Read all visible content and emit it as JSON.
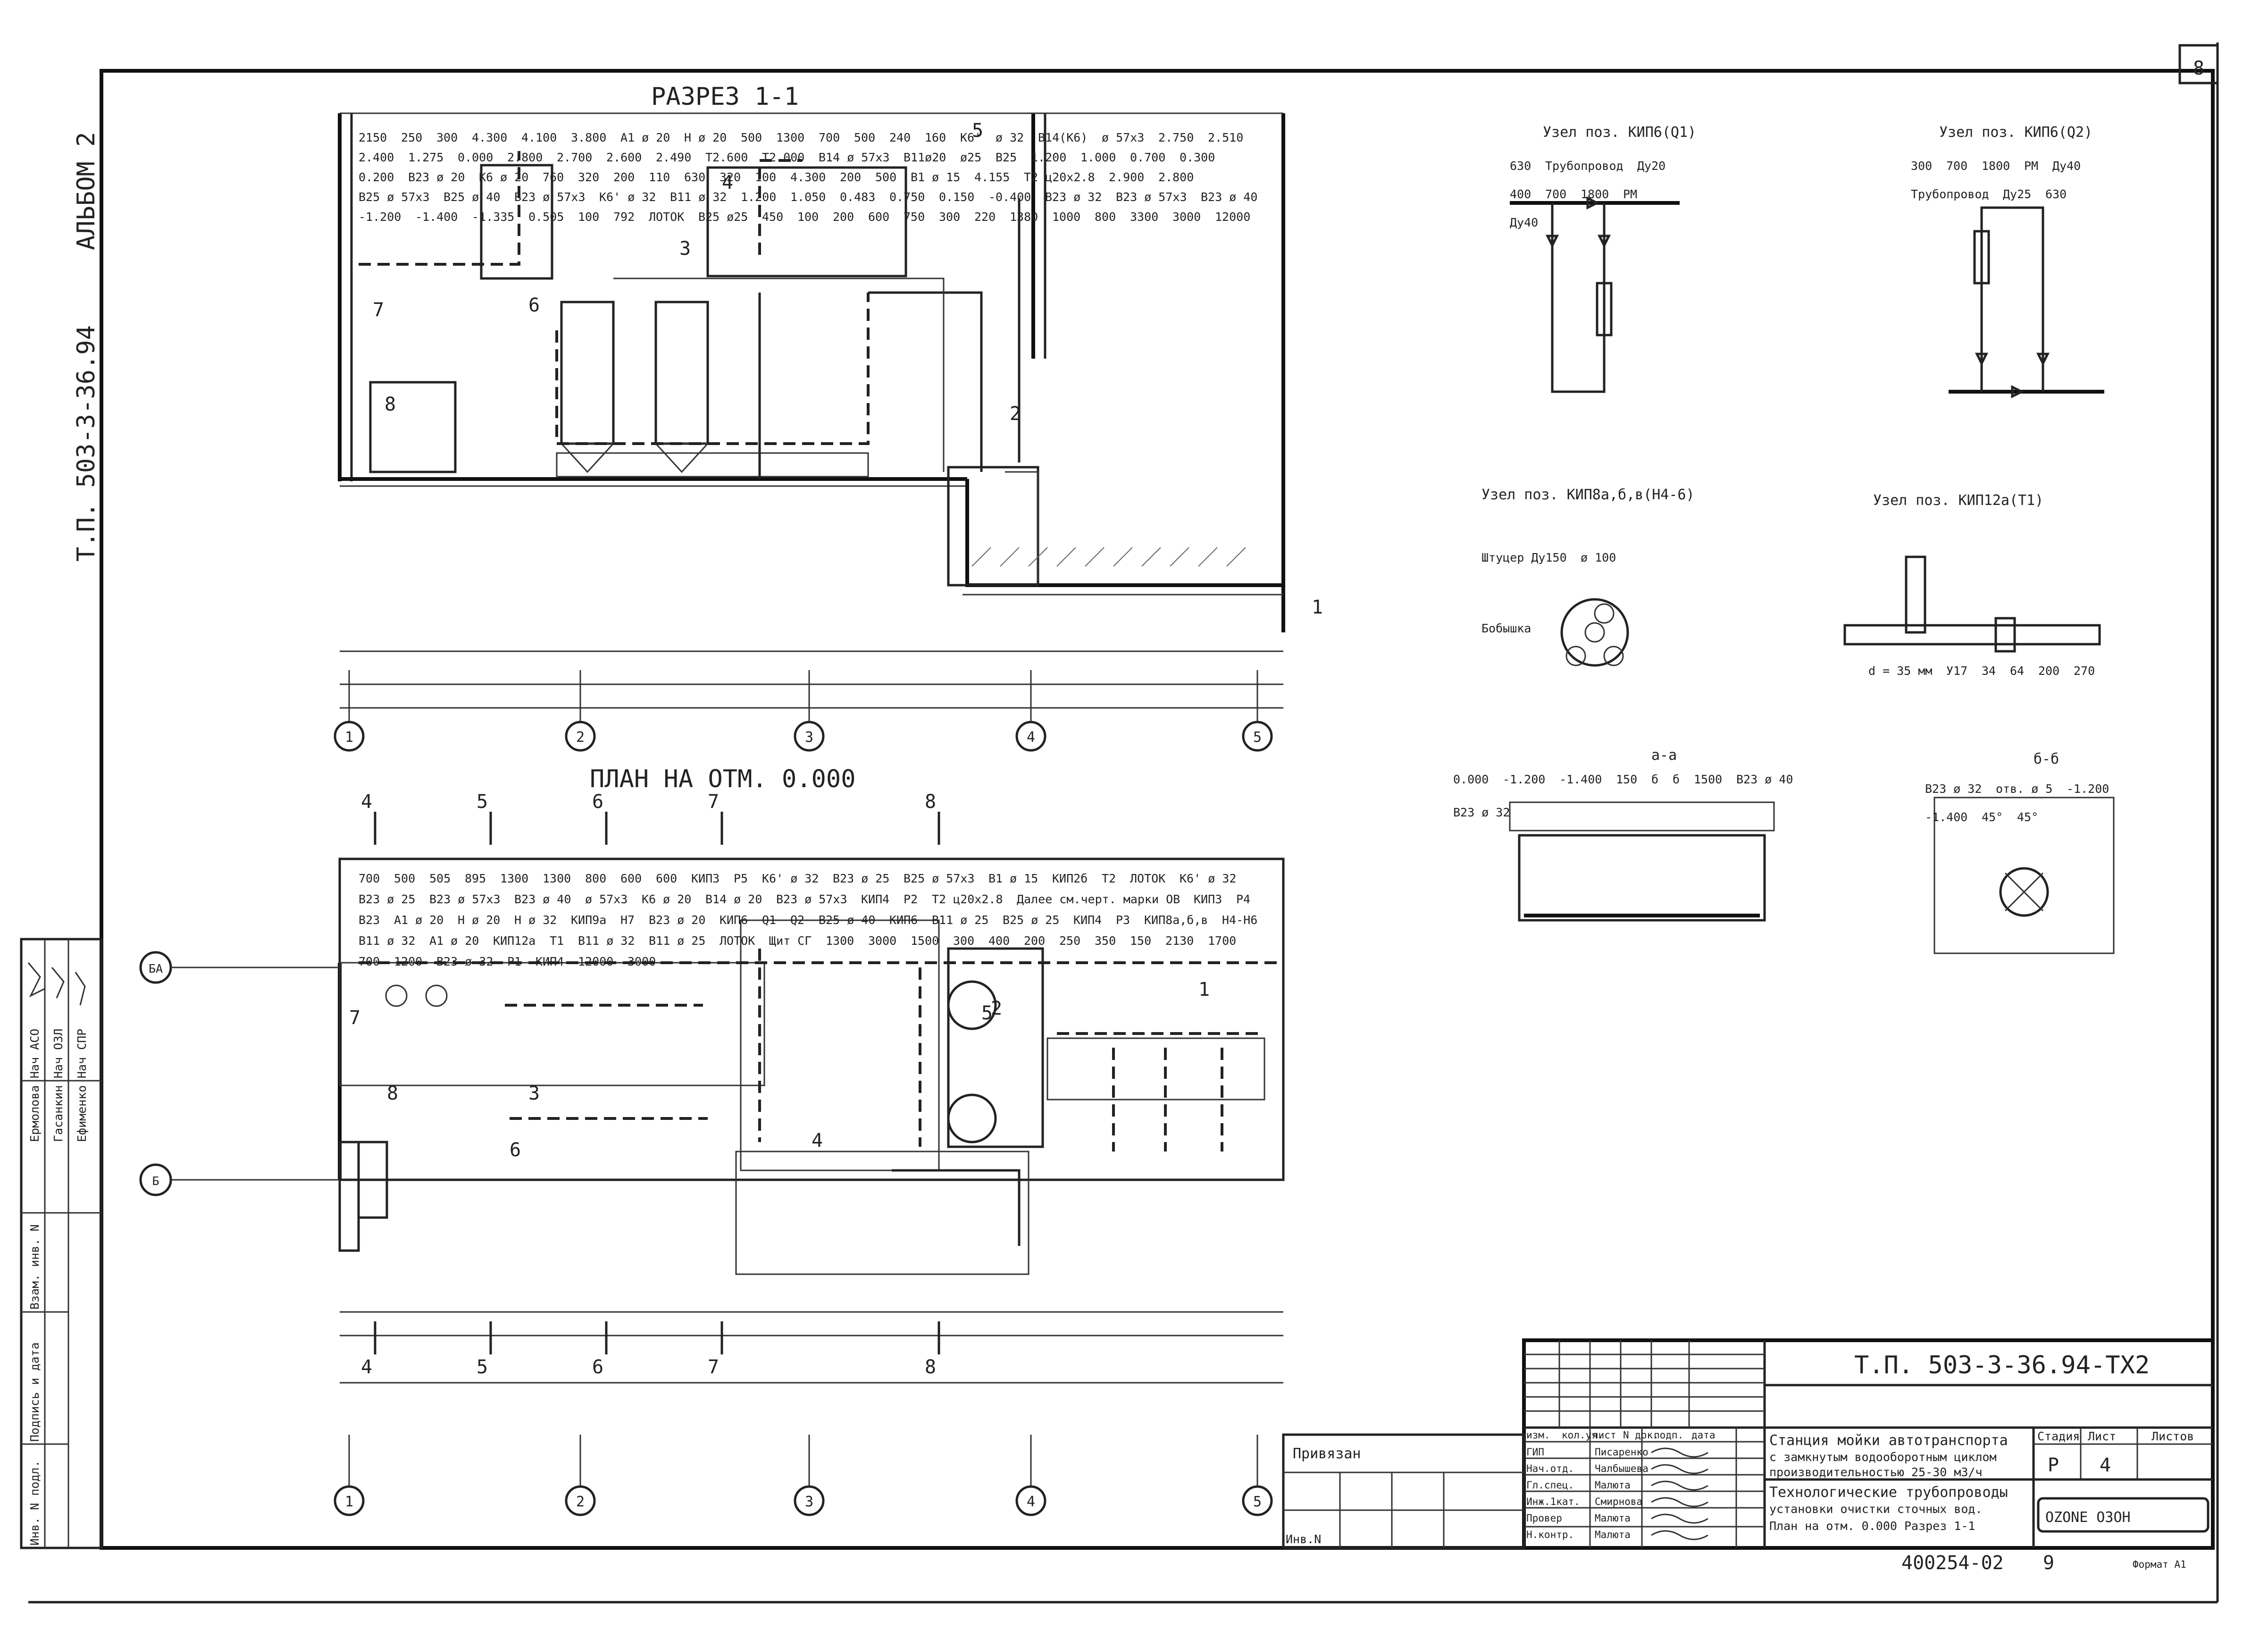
{
  "sheet": {
    "number": "8"
  },
  "side": {
    "album": "АЛЬБОМ 2",
    "code": "Т.П. 503-3-36.94",
    "approvals": [
      {
        "role": "Нач АСО",
        "name": "Ермолова"
      },
      {
        "role": "Нач ОЗЛ",
        "name": "Гасанкин"
      },
      {
        "role": "Нач СПР",
        "name": "Ефименко"
      }
    ],
    "inv_labels": [
      "Взам. инв. N",
      "Подпись и дата",
      "Инв. N подл."
    ]
  },
  "section": {
    "title": "РАЗРЕЗ 1-1",
    "labels": [
      "2150",
      "250",
      "300",
      "4.300",
      "4.100",
      "3.800",
      "А1 ø 20",
      "Н ø 20",
      "500",
      "1300",
      "700",
      "500",
      "240",
      "160",
      "К6'",
      "ø 32",
      "В14(К6)",
      "ø 57x3",
      "2.750",
      "2.510",
      "2.400",
      "1.275",
      "0.000",
      "2.800",
      "2.700",
      "2.600",
      "2.490",
      "Т2.600",
      "Т2.000",
      "В14 ø 57x3",
      "В11ø20",
      "ø25",
      "В25",
      "1.200",
      "1.000",
      "0.700",
      "0.300",
      "0.200",
      "В23 ø 20",
      "К6 ø 20",
      "760",
      "320",
      "200",
      "110",
      "630",
      "320",
      "100",
      "4.300",
      "200",
      "500",
      "В1 ø 15",
      "4.155",
      "Т2 ц20x2.8",
      "2.900",
      "2.800",
      "В25 ø 57x3",
      "В25 ø 40",
      "В23 ø 57x3",
      "К6' ø 32",
      "В11 ø 32",
      "1.200",
      "1.050",
      "0.483",
      "0.750",
      "0.150",
      "-0.400",
      "В23 ø 32",
      "В23 ø 57x3",
      "В23 ø 40",
      "-1.200",
      "-1.400",
      "-1.335",
      "0.505",
      "100",
      "792",
      "ЛОТОК",
      "В25 ø25",
      "450",
      "100",
      "200",
      "600",
      "750",
      "300",
      "220",
      "1380",
      "1000",
      "800",
      "3300",
      "3000",
      "12000"
    ],
    "positions": [
      "1",
      "2",
      "3",
      "4",
      "5",
      "6",
      "7",
      "8"
    ],
    "axes": [
      "1",
      "2",
      "3",
      "4",
      "5"
    ]
  },
  "plan": {
    "title": "ПЛАН НА ОТМ. 0.000",
    "cuts": [
      "4",
      "5",
      "6",
      "7",
      "8"
    ],
    "labels": [
      "700",
      "500",
      "505",
      "895",
      "1300",
      "1300",
      "800",
      "600",
      "600",
      "КИП3",
      "Р5",
      "К6' ø 32",
      "В23 ø 25",
      "В25 ø 57x3",
      "В1 ø 15",
      "КИП2б",
      "Т2",
      "ЛОТОК",
      "К6' ø 32",
      "В23 ø 25",
      "В23 ø 57x3",
      "В23 ø 40",
      "ø 57x3",
      "К6 ø 20",
      "В14 ø 20",
      "В23 ø 57x3",
      "КИП4",
      "Р2",
      "Т2 ц20x2.8",
      "Далее см.черт. марки ОВ",
      "КИП3",
      "Р4",
      "В23",
      "А1 ø 20",
      "Н ø 20",
      "Н ø 32",
      "КИП9а",
      "Н7",
      "В23 ø 20",
      "КИП6",
      "Q1",
      "Q2",
      "В25 ø 40",
      "КИП6",
      "В11 ø 25",
      "В25 ø 25",
      "КИП4",
      "Р3",
      "КИП8а,б,в",
      "Н4-Н6",
      "В11 ø 32",
      "А1 ø 20",
      "КИП12а",
      "Т1",
      "В11 ø 32",
      "В11 ø 25",
      "ЛОТОК",
      "Щит СГ",
      "1300",
      "3000",
      "1500",
      "300",
      "400",
      "200",
      "250",
      "350",
      "150",
      "2130",
      "1700",
      "700",
      "1200",
      "В23 ø 32",
      "Р1",
      "КИП4",
      "12000",
      "3000"
    ],
    "axes_rows": [
      "БА",
      "Б"
    ],
    "positions": [
      "1",
      "2",
      "3",
      "4",
      "5",
      "6",
      "7",
      "8"
    ],
    "axes": [
      "1",
      "2",
      "3",
      "4",
      "5"
    ]
  },
  "nodes": {
    "kip6_q1": {
      "title": "Узел поз. КИП6(Q1)",
      "labels": [
        "630",
        "Трубопровод",
        "Ду20",
        "400",
        "700",
        "1800",
        "РМ",
        "Ду40"
      ]
    },
    "kip6_q2": {
      "title": "Узел поз. КИП6(Q2)",
      "labels": [
        "300",
        "700",
        "1800",
        "РМ",
        "Ду40",
        "Трубопровод",
        "Ду25",
        "630"
      ]
    },
    "kip8": {
      "title": "Узел поз. КИП8а,б,в(Н4-6)",
      "labels": [
        "Штуцер Ду150",
        "ø 100",
        "Бобышка"
      ]
    },
    "kip12": {
      "title": "Узел поз. КИП12а(Т1)",
      "labels": [
        "d = 35 мм",
        "У17",
        "34",
        "64",
        "200",
        "270"
      ]
    },
    "aa": {
      "title": "а-а",
      "labels": [
        "0.000",
        "-1.200",
        "-1.400",
        "150",
        "б",
        "б",
        "1500",
        "В23 ø 40",
        "В23 ø 32"
      ]
    },
    "bb": {
      "title": "б-б",
      "labels": [
        "В23 ø 32",
        "отв. ø 5",
        "-1.200",
        "-1.400",
        "45°",
        "45°"
      ]
    }
  },
  "titleblock": {
    "code": "Т.П. 503-3-36.94-ТХ2",
    "privyazan": "Привязан",
    "inv": "Инв.N",
    "headers": [
      "изм.",
      "кол.уч.",
      "лист",
      "N док.",
      "подп.",
      "дата"
    ],
    "staff": [
      {
        "role": "ГИП",
        "name": "Писаренко"
      },
      {
        "role": "Нач.отд.",
        "name": "Чалбышева"
      },
      {
        "role": "Гл.спец.",
        "name": "Малюта"
      },
      {
        "role": "Инж.1кат.",
        "name": "Смирнова"
      },
      {
        "role": "Провер",
        "name": "Малюта"
      },
      {
        "role": "Н.контр.",
        "name": "Малюта"
      }
    ],
    "project": [
      "Станция мойки автотранспорта",
      "с замкнутым водооборотным циклом",
      "производительностью 25-30 м3/ч"
    ],
    "sheet_title": [
      "Технологические трубопроводы",
      "установки очистки сточных вод.",
      "План на отм. 0.000 Разрез 1-1"
    ],
    "stage_label": "Стадия",
    "sheet_label": "Лист",
    "sheets_label": "Листов",
    "stage": "Р",
    "sheet": "4",
    "logo": "OZONE ОЗОН",
    "archive": "400254-02",
    "archive_sheet": "9",
    "format": "Формат А1"
  }
}
